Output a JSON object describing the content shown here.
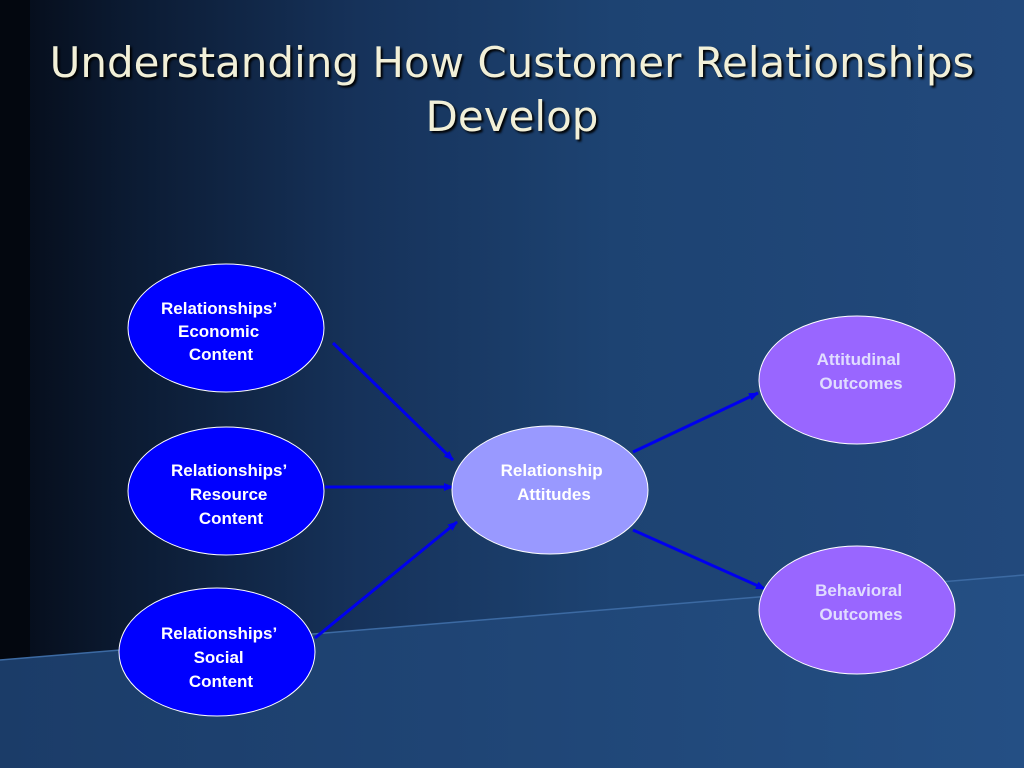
{
  "slide": {
    "title_lines": [
      "Understanding How Customer Relationships",
      "Develop"
    ]
  },
  "colors": {
    "title": "#f2f0d8",
    "input_node_fill": "#0000ff",
    "center_node_fill": "#9999ff",
    "outcome_node_fill": "#9966ff",
    "node_text": "#ffffff",
    "outcome_text": "#e0dcff",
    "arrow": "#0000ee"
  },
  "diagram": {
    "nodes": {
      "economic": {
        "lines": [
          "Relationships’",
          "Economic",
          "Content"
        ]
      },
      "resource": {
        "lines": [
          "Relationships’",
          "Resource",
          "Content"
        ]
      },
      "social": {
        "lines": [
          "Relationships’",
          "Social",
          "Content"
        ]
      },
      "attitudes": {
        "lines": [
          "Relationship",
          "Attitudes"
        ]
      },
      "attitudinal": {
        "lines": [
          "Attitudinal",
          "Outcomes"
        ]
      },
      "behavioral": {
        "lines": [
          "Behavioral",
          "Outcomes"
        ]
      }
    },
    "edges": [
      {
        "from": "economic",
        "to": "attitudes"
      },
      {
        "from": "resource",
        "to": "attitudes"
      },
      {
        "from": "social",
        "to": "attitudes"
      },
      {
        "from": "attitudes",
        "to": "attitudinal"
      },
      {
        "from": "attitudes",
        "to": "behavioral"
      }
    ]
  }
}
